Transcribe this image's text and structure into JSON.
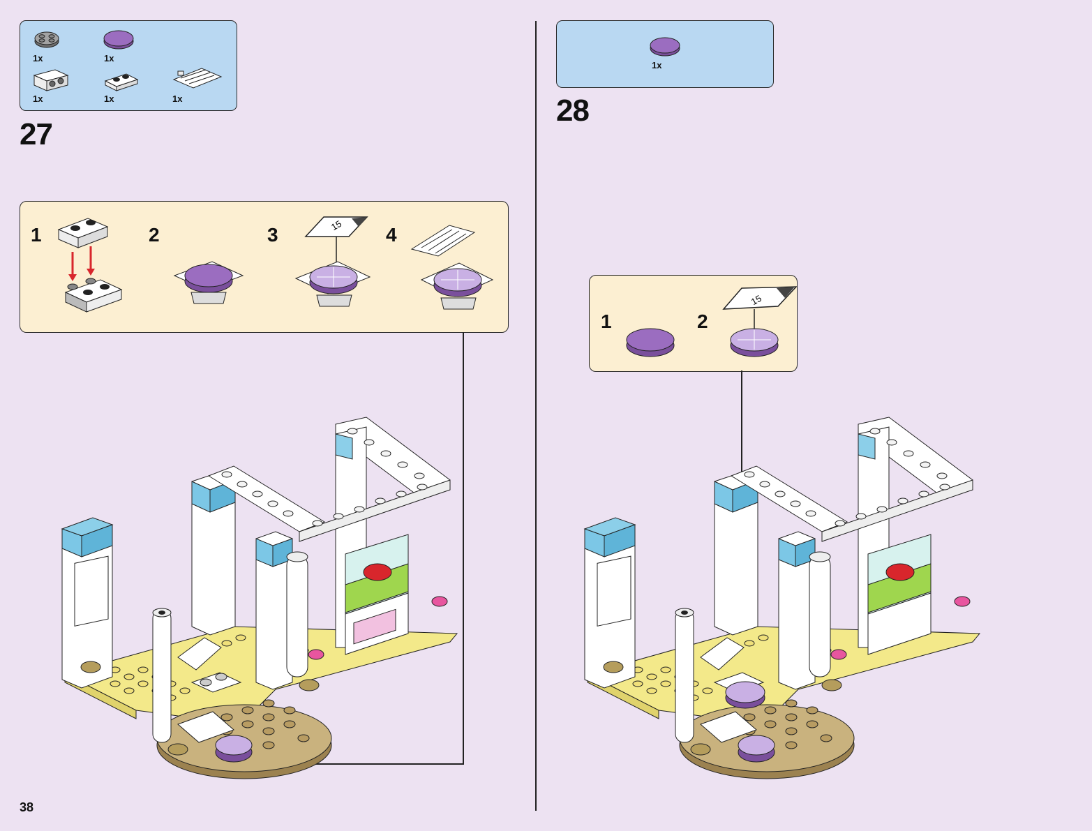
{
  "page_number": "38",
  "colors": {
    "background": "#ede2f2",
    "parts_box": "#b9d8f2",
    "sub_box": "#fcefd2",
    "lavender": "#9b6dc0",
    "plate_yellow": "#f3e98a",
    "tan": "#c9b27e",
    "light_blue": "#7cc7e6",
    "arrow_red": "#d8262c"
  },
  "left": {
    "step": "27",
    "parts": [
      {
        "qty": "1x",
        "icon": "gray-round-plate-icon"
      },
      {
        "qty": "1x",
        "icon": "lavender-round-tile-icon"
      },
      {
        "qty": "1x",
        "icon": "white-bracket-icon"
      },
      {
        "qty": "1x",
        "icon": "white-plate-1x2-icon"
      },
      {
        "qty": "1x",
        "icon": "white-chair-back-icon"
      }
    ],
    "substeps": [
      "1",
      "2",
      "3",
      "4"
    ],
    "tag_text": "15"
  },
  "right": {
    "step": "28",
    "parts": [
      {
        "qty": "1x",
        "icon": "lavender-round-tile-icon"
      }
    ],
    "substeps": [
      "1",
      "2"
    ],
    "tag_text": "15"
  }
}
